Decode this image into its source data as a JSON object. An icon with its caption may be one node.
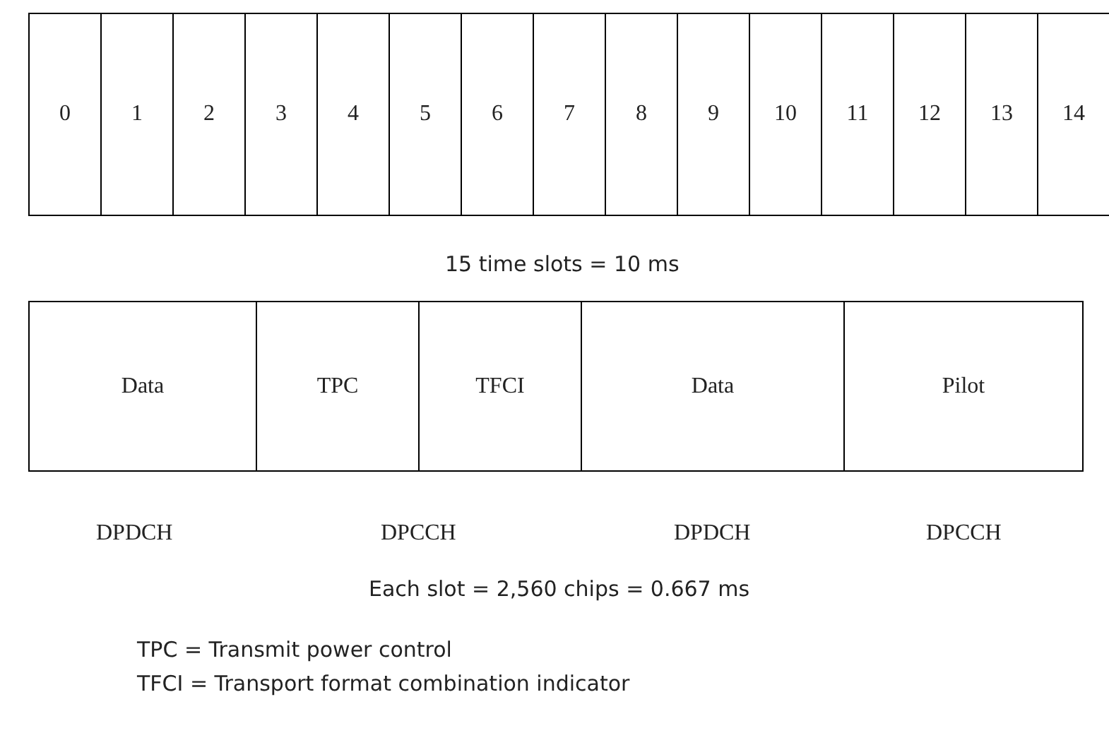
{
  "diagram": {
    "nodes": [
      {
        "text": [
          "0"
        ]
      },
      {
        "text": [
          "1"
        ]
      },
      {
        "text": [
          "2"
        ]
      },
      {
        "text": [
          "3"
        ]
      },
      {
        "text": [
          "4"
        ]
      },
      {
        "text": [
          "5"
        ]
      },
      {
        "text": [
          "6"
        ]
      },
      {
        "text": [
          "7"
        ]
      },
      {
        "text": [
          "8"
        ]
      },
      {
        "text": [
          "9"
        ]
      },
      {
        "text": [
          "10"
        ]
      },
      {
        "text": [
          "11"
        ]
      },
      {
        "text": [
          "12"
        ]
      },
      {
        "text": [
          "13"
        ]
      },
      {
        "text": [
          "14"
        ]
      },
      {
        "text": [
          "Data"
        ]
      },
      {
        "text": [
          "TPC"
        ]
      },
      {
        "text": [
          "TFCI"
        ]
      },
      {
        "text": [
          "Data"
        ]
      },
      {
        "text": [
          "Pilot"
        ]
      }
    ],
    "labels": [
      "15 time slots = 10 ms",
      "DPDCH",
      "DPCCH",
      "DPDCH",
      "DPCCH",
      "Each slot = 2,560 chips = 0.667 ms",
      "TPC = Transmit power control",
      "TFCI = Transport format combination indicator"
    ]
  }
}
